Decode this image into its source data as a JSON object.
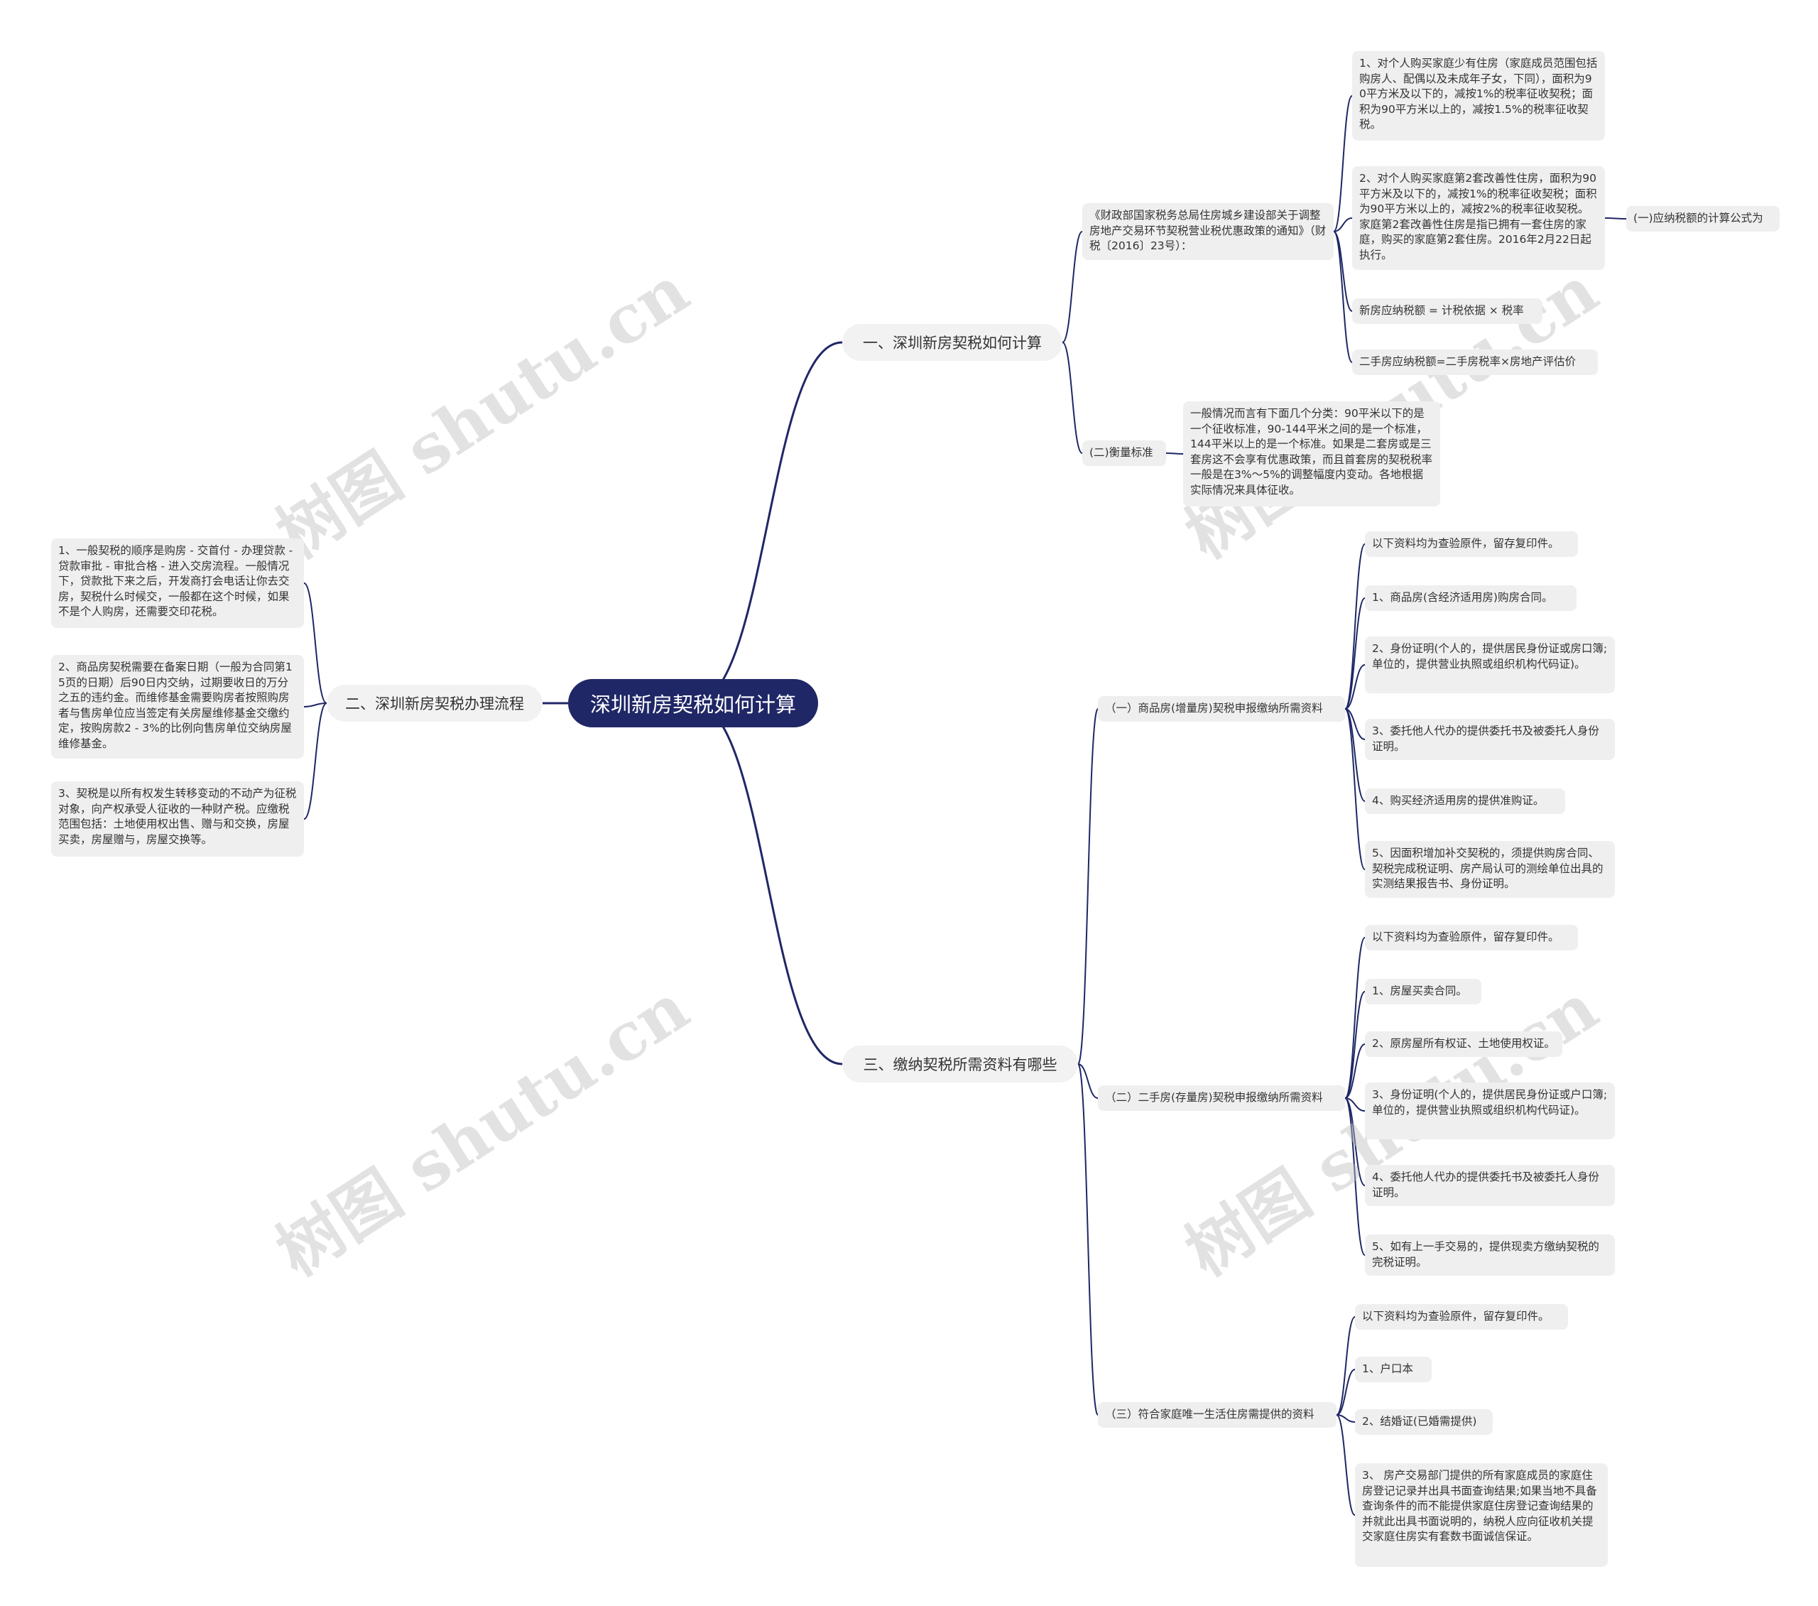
{
  "root": {
    "label": "深圳新房契税如何计算"
  },
  "branch1": {
    "label": "一、深圳新房契税如何计算",
    "policy": {
      "label": "《财政部国家税务总局住房城乡建设部关于调整房地产交易环节契税营业税优惠政策的通知》（财税〔2016〕23号）：",
      "items": [
        "1、对个人购买家庭少有住房（家庭成员范围包括购房人、配偶以及未成年子女，下同），面积为90平方米及以下的，减按1%的税率征收契税；面积为90平方米以上的，减按1.5%的税率征收契税。",
        "2、对个人购买家庭第2套改善性住房，面积为90平方米及以下的，减按1%的税率征收契税；面积为90平方米以上的，减按2%的税率征收契税。家庭第2套改善性住房是指已拥有一套住房的家庭，购买的家庭第2套住房。2016年2月22日起执行。",
        "新房应纳税额 = 计税依据 × 税率",
        "二手房应纳税额=二手房税率×房地产评估价"
      ],
      "extra": "(一)应纳税额的计算公式为"
    },
    "standard": {
      "label": "(二)衡量标准",
      "text": "一般情况而言有下面几个分类：90平米以下的是一个征收标准，90-144平米之间的是一个标准，144平米以上的是一个标准。如果是二套房或是三套房这不会享有优惠政策，而且首套房的契税税率一般是在3%～5%的调整幅度内变动。各地根据实际情况来具体征收。"
    }
  },
  "branch2": {
    "label": "二、深圳新房契税办理流程",
    "items": [
      "1、一般契税的顺序是购房 - 交首付 - 办理贷款 - 贷款审批 - 审批合格 - 进入交房流程。一般情况下，贷款批下来之后，开发商打会电话让你去交房，契税什么时候交，一般都在这个时候，如果不是个人购房，还需要交印花税。",
      "2、商品房契税需要在备案日期（一般为合同第15页的日期）后90日内交纳，过期要收日的万分之五的违约金。而维修基金需要购房者按照购房者与售房单位应当签定有关房屋维修基金交缴约定，按购房款2 - 3%的比例向售房单位交纳房屋维修基金。",
      "3、契税是以所有权发生转移变动的不动产为征税对象，向产权承受人征收的一种财产税。应缴税范围包括：土地使用权出售、赠与和交换，房屋买卖，房屋赠与，房屋交换等。"
    ]
  },
  "branch3": {
    "label": "三、缴纳契税所需资料有哪些",
    "groups": [
      {
        "label": "（一）商品房(增量房)契税申报缴纳所需资料",
        "items": [
          "以下资料均为查验原件，留存复印件。",
          "1、商品房(含经济适用房)购房合同。",
          "2、身份证明(个人的，提供居民身份证或房口簿;单位的，提供营业执照或组织机构代码证)。",
          "3、委托他人代办的提供委托书及被委托人身份证明。",
          "4、购买经济适用房的提供准购证。",
          "5、因面积增加补交契税的，须提供购房合同、契税完成税证明、房产局认可的测绘单位出具的实测结果报告书、身份证明。"
        ]
      },
      {
        "label": "（二）二手房(存量房)契税申报缴纳所需资料",
        "items": [
          "以下资料均为查验原件，留存复印件。",
          "1、房屋买卖合同。",
          "2、原房屋所有权证、土地使用权证。",
          "3、身份证明(个人的，提供居民身份证或户口簿;单位的，提供营业执照或组织机构代码证)。",
          "4、委托他人代办的提供委托书及被委托人身份证明。",
          "5、如有上一手交易的，提供现卖方缴纳契税的完税证明。"
        ]
      },
      {
        "label": "（三）符合家庭唯一生活住房需提供的资料",
        "items": [
          "以下资料均为查验原件，留存复印件。",
          "1、户口本",
          "2、结婚证(已婚需提供)",
          "3、 房产交易部门提供的所有家庭成员的家庭住房登记记录并出具书面查询结果;如果当地不具备查询条件的而不能提供家庭住房登记查询结果的并就此出具书面说明的，纳税人应向征收机关提交家庭住房实有套数书面诚信保证。"
        ]
      }
    ]
  },
  "watermark": "树图 shutu.cn",
  "colors": {
    "root_bg": "#1f2766",
    "node_bg": "#efefef",
    "line": "#1f2766"
  }
}
